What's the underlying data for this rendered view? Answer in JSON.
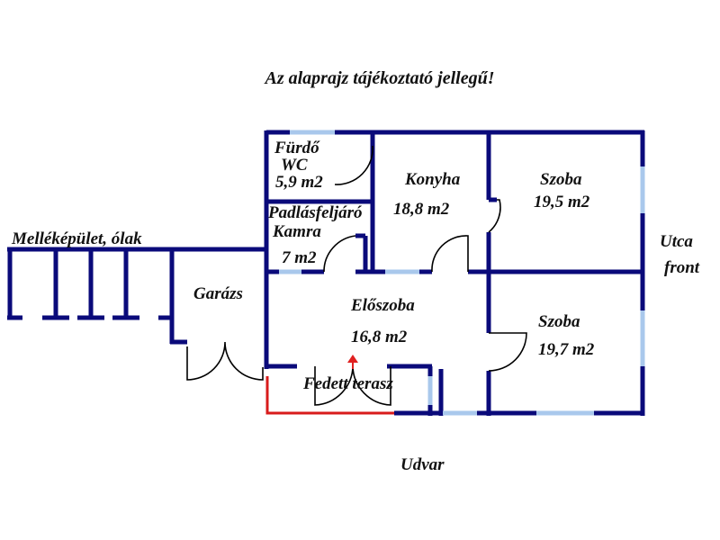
{
  "notice": "Az alaprajz tájékoztató jellegű!",
  "rooms": {
    "bathroom": {
      "name": "Fürdő",
      "name2": "WC",
      "area": "5,9 m2"
    },
    "pantry": {
      "name": "Padlásfeljáró",
      "name2": "Kamra",
      "area": "7 m2"
    },
    "kitchen": {
      "name": "Konyha",
      "area": "18,8 m2"
    },
    "room1": {
      "name": "Szoba",
      "area": "19,5 m2"
    },
    "hall": {
      "name": "Előszoba",
      "area": "16,8 m2"
    },
    "room2": {
      "name": "Szoba",
      "area": "19,7 m2"
    },
    "terrace": {
      "name": "Fedett terasz"
    },
    "garage": {
      "name": "Garázs"
    },
    "outbuilding": {
      "name": "Melléképület, ólak"
    }
  },
  "surroundings": {
    "street": "Utca",
    "front": "front",
    "yard": "Udvar"
  },
  "colors": {
    "wall": "#0a0a7a",
    "window": "#a9c8ec",
    "terrace_edge": "#d81b1b",
    "entrance_arrow": "#e02020"
  }
}
